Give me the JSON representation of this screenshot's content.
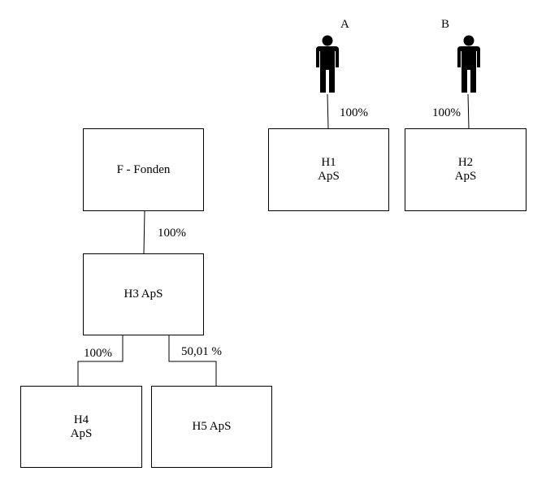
{
  "persons": [
    {
      "label": "A"
    },
    {
      "label": "B"
    }
  ],
  "entities": {
    "f_fonden": "F - Fonden",
    "h1": "H1\nApS",
    "h2": "H2\nApS",
    "h3": "H3 ApS",
    "h4": "H4\nApS",
    "h5": "H5 ApS"
  },
  "ownership": {
    "a_h1": "100%",
    "b_h2": "100%",
    "f_h3": "100%",
    "h3_h4": "100%",
    "h3_h5": "50,01 %"
  }
}
